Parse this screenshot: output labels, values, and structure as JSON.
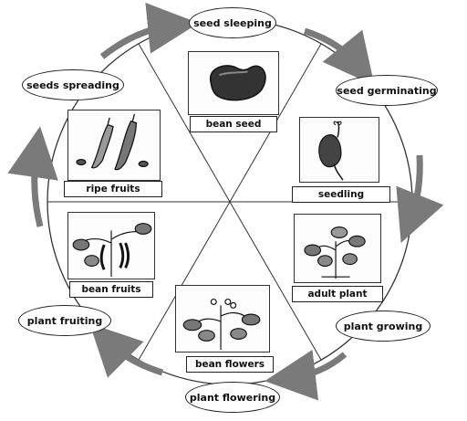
{
  "stages": {
    "seed_sleeping": "seed sleeping",
    "seed_germinating": "seed germinating",
    "plant_growing": "plant growing",
    "plant_flowering": "plant flowering",
    "plant_fruiting": "plant fruiting",
    "seeds_spreading": "seeds spreading"
  },
  "pictures": {
    "bean_seed": "bean seed",
    "seedling": "seedling",
    "adult_plant": "adult plant",
    "bean_flowers": "bean flowers",
    "bean_fruits": "bean fruits",
    "ripe_fruits": "ripe fruits"
  },
  "colors": {
    "arrow": "#7a7a7a",
    "ink": "#222222",
    "seed": "#333333"
  }
}
